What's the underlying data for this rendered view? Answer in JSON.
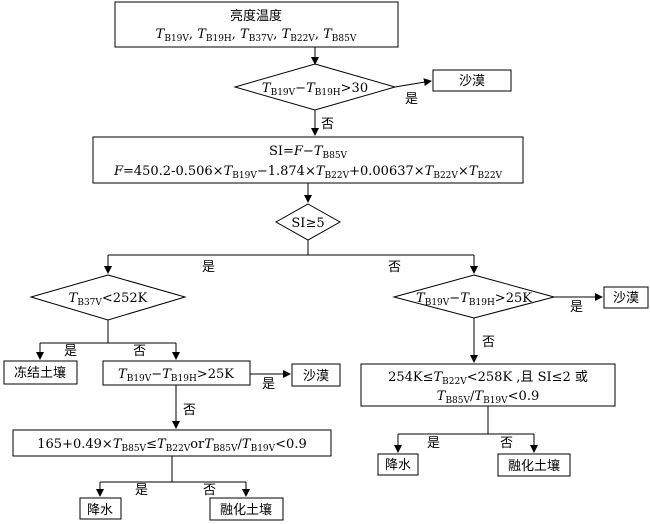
{
  "nodes": {
    "start": {
      "kind": "box",
      "lines": [
        [
          {
            "t": "亮度温度"
          }
        ],
        [
          {
            "t": "T",
            "i": 1
          },
          {
            "t": "B19V",
            "s": 1
          },
          {
            "t": ", "
          },
          {
            "t": "T",
            "i": 1
          },
          {
            "t": "B19H",
            "s": 1
          },
          {
            "t": ", "
          },
          {
            "t": "T",
            "i": 1
          },
          {
            "t": "B37V",
            "s": 1
          },
          {
            "t": ", "
          },
          {
            "t": "T",
            "i": 1
          },
          {
            "t": "B22V",
            "s": 1
          },
          {
            "t": ", "
          },
          {
            "t": "T",
            "i": 1
          },
          {
            "t": "B85V",
            "s": 1
          }
        ]
      ]
    },
    "d1": {
      "kind": "diamond",
      "lines": [
        [
          {
            "t": "T",
            "i": 1
          },
          {
            "t": "B19V",
            "s": 1
          },
          {
            "t": "−"
          },
          {
            "t": "T",
            "i": 1
          },
          {
            "t": "B19H",
            "s": 1
          },
          {
            "t": ">30"
          }
        ]
      ]
    },
    "desert1": {
      "kind": "box",
      "lines": [
        [
          {
            "t": "沙漠"
          }
        ]
      ]
    },
    "si": {
      "kind": "box",
      "lines": [
        [
          {
            "t": "SI="
          },
          {
            "t": "F",
            "i": 1
          },
          {
            "t": "−"
          },
          {
            "t": "T",
            "i": 1
          },
          {
            "t": "B85V",
            "s": 1
          }
        ],
        [
          {
            "t": "F",
            "i": 1
          },
          {
            "t": "=450.2-0.506×"
          },
          {
            "t": "T",
            "i": 1
          },
          {
            "t": "B19V",
            "s": 1
          },
          {
            "t": "−1.874×"
          },
          {
            "t": "T",
            "i": 1
          },
          {
            "t": "B22V",
            "s": 1
          },
          {
            "t": "+0.00637×"
          },
          {
            "t": "T",
            "i": 1
          },
          {
            "t": "B22V",
            "s": 1
          },
          {
            "t": "×"
          },
          {
            "t": "T",
            "i": 1
          },
          {
            "t": "B22V",
            "s": 1
          }
        ]
      ]
    },
    "d2": {
      "kind": "diamond",
      "lines": [
        [
          {
            "t": "SI"
          },
          {
            "t": "≥5"
          }
        ]
      ]
    },
    "d3": {
      "kind": "diamond",
      "lines": [
        [
          {
            "t": "T",
            "i": 1
          },
          {
            "t": "B37V",
            "s": 1
          },
          {
            "t": "<252K"
          }
        ]
      ]
    },
    "d4": {
      "kind": "diamond",
      "lines": [
        [
          {
            "t": "T",
            "i": 1
          },
          {
            "t": "B19V",
            "s": 1
          },
          {
            "t": "−"
          },
          {
            "t": "T",
            "i": 1
          },
          {
            "t": "B19H",
            "s": 1
          },
          {
            "t": ">25K"
          }
        ]
      ]
    },
    "desert2": {
      "kind": "box",
      "lines": [
        [
          {
            "t": "沙漠"
          }
        ]
      ]
    },
    "frozen": {
      "kind": "box",
      "lines": [
        [
          {
            "t": "冻结土壤"
          }
        ]
      ]
    },
    "b5": {
      "kind": "box",
      "lines": [
        [
          {
            "t": "T",
            "i": 1
          },
          {
            "t": "B19V",
            "s": 1
          },
          {
            "t": "−"
          },
          {
            "t": "T",
            "i": 1
          },
          {
            "t": "B19H",
            "s": 1
          },
          {
            "t": ">25K"
          }
        ]
      ]
    },
    "desert3": {
      "kind": "box",
      "lines": [
        [
          {
            "t": "沙漠"
          }
        ]
      ]
    },
    "b6": {
      "kind": "box",
      "lines": [
        [
          {
            "t": "254K≤"
          },
          {
            "t": "T",
            "i": 1
          },
          {
            "t": "B22V",
            "s": 1
          },
          {
            "t": "<258K ,且 SI≤2 或"
          }
        ],
        [
          {
            "t": "T",
            "i": 1
          },
          {
            "t": "B85V",
            "s": 1
          },
          {
            "t": "/"
          },
          {
            "t": "T",
            "i": 1
          },
          {
            "t": "B19V",
            "s": 1
          },
          {
            "t": "<0.9"
          }
        ]
      ]
    },
    "b7": {
      "kind": "box",
      "lines": [
        [
          {
            "t": "165+0.49×"
          },
          {
            "t": "T",
            "i": 1
          },
          {
            "t": "B85V",
            "s": 1
          },
          {
            "t": "≤"
          },
          {
            "t": "T",
            "i": 1
          },
          {
            "t": "B22V",
            "s": 1
          },
          {
            "t": "or"
          },
          {
            "t": "T",
            "i": 1
          },
          {
            "t": "B85V",
            "s": 1
          },
          {
            "t": "/"
          },
          {
            "t": "T",
            "i": 1
          },
          {
            "t": "B19V",
            "s": 1
          },
          {
            "t": "<0.9"
          }
        ]
      ]
    },
    "rain_right": {
      "kind": "box",
      "lines": [
        [
          {
            "t": "降水"
          }
        ]
      ]
    },
    "thawed_right": {
      "kind": "box",
      "lines": [
        [
          {
            "t": "融化土壤"
          }
        ]
      ]
    },
    "rain_left": {
      "kind": "box",
      "lines": [
        [
          {
            "t": "降水"
          }
        ]
      ]
    },
    "thawed_left": {
      "kind": "box",
      "lines": [
        [
          {
            "t": "融化土壤"
          }
        ]
      ]
    }
  },
  "labels": {
    "d1_yes": "是",
    "d1_no": "否",
    "d2_yes": "是",
    "d2_no": "否",
    "d4_yes": "是",
    "d4_no": "否",
    "d3_yes": "是",
    "d3_no": "否",
    "b5_yes": "是",
    "b5_no": "否",
    "b6_yes": "是",
    "b6_no": "否",
    "b7_yes": "是",
    "b7_no": "否"
  }
}
